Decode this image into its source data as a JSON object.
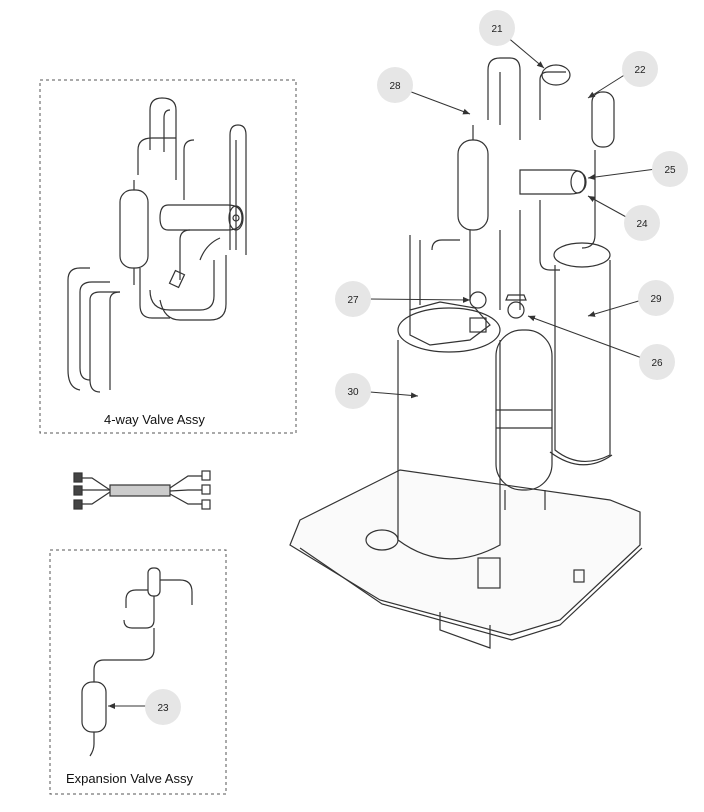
{
  "boxes": {
    "four_way": {
      "label": "4-way Valve Assy"
    },
    "expansion": {
      "label": "Expansion Valve Assy"
    }
  },
  "callouts": [
    {
      "id": "21",
      "label": "21"
    },
    {
      "id": "22",
      "label": "22"
    },
    {
      "id": "28",
      "label": "28"
    },
    {
      "id": "25",
      "label": "25"
    },
    {
      "id": "24",
      "label": "24"
    },
    {
      "id": "27",
      "label": "27"
    },
    {
      "id": "29",
      "label": "29"
    },
    {
      "id": "26",
      "label": "26"
    },
    {
      "id": "30",
      "label": "30"
    },
    {
      "id": "23",
      "label": "23"
    }
  ],
  "colors": {
    "line": "#333333",
    "callout_fill": "#e6e6e6",
    "dashed": "#555555"
  }
}
